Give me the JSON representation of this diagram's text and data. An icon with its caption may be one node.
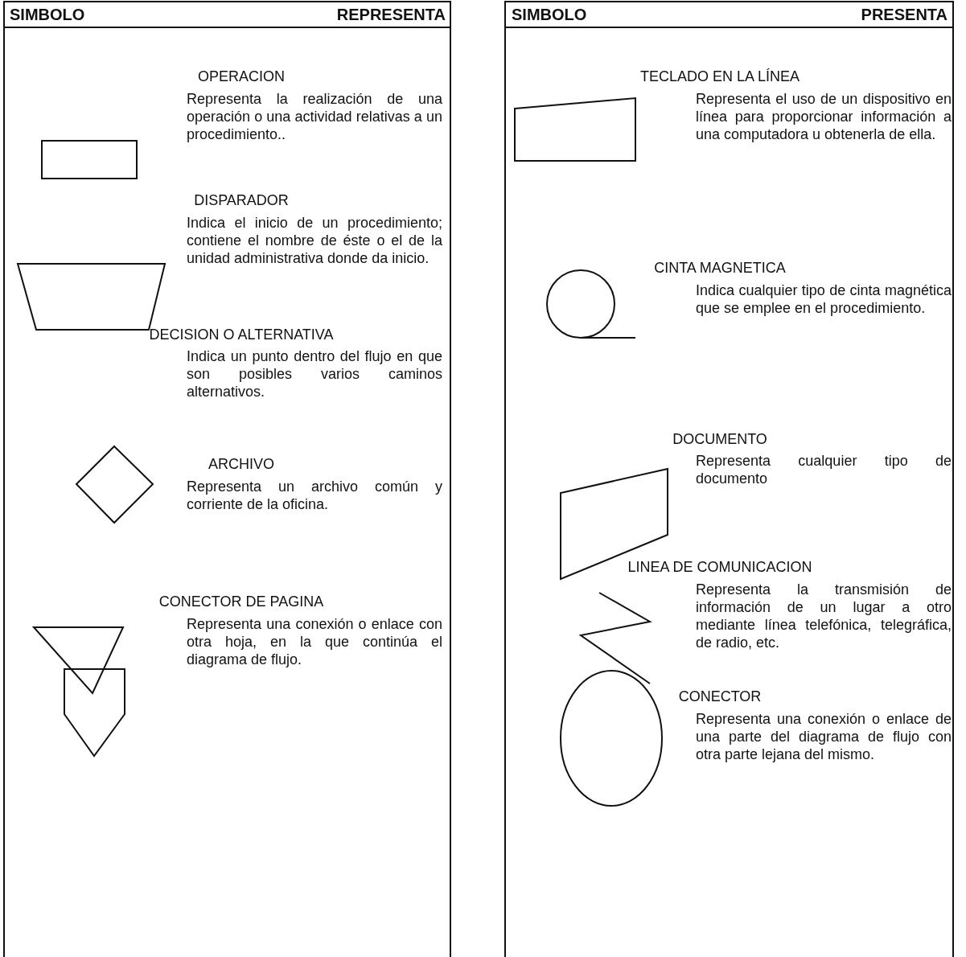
{
  "diagram": {
    "labels": [
      "SIMBOLO",
      "REPRESENTA",
      "OPERACION",
      "Representa la realización de una operación o una actividad relativas a un procedimiento..",
      "DISPARADOR",
      "Indica el inicio de un procedimiento; contiene el nombre de éste o el de la unidad administrativa donde da inicio.",
      "DECISION O ALTERNATIVA",
      "Indica un punto dentro del flujo en que son posibles varios caminos alternativos.",
      "ARCHIVO",
      "Representa un archivo común y corriente de la oficina.",
      "CONECTOR DE PAGINA",
      "Representa una conexión o enlace con otra hoja, en la que continúa el diagrama de flujo.",
      "SIMBOLO",
      "PRESENTA",
      "TECLADO EN LA LÍNEA",
      "Representa el uso de un dispositivo en línea para proporcionar información a una computadora u obtenerla de ella.",
      "CINTA MAGNETICA",
      "Indica cualquier tipo de cinta magnética que se emplee en el procedimiento.",
      "DOCUMENTO",
      "Representa cualquier tipo de documento",
      "LINEA DE COMUNICACION",
      "Representa la transmisión de información de un lugar a otro mediante línea telefónica, telegráfica, de radio, etc.",
      "CONECTOR",
      "Representa una conexión o enlace de una parte del diagrama de flujo con otra parte lejana del mismo."
    ]
  }
}
